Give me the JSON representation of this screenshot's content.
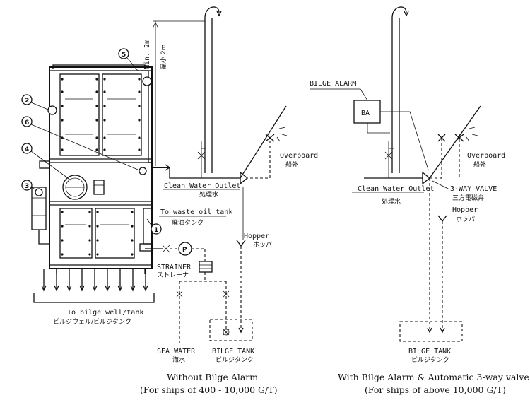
{
  "labels": {
    "min": "Min. 2m",
    "min_jp": "最小 2m",
    "clean_water_outlet_left": "Clean Water Outlet",
    "clean_water_jp_left": "処理水",
    "to_waste_oil": "To waste oil tank",
    "waste_oil_jp": "廃油タンク",
    "overboard_left": "Overboard",
    "overboard_jp_left": "船外",
    "hopper_left": "Hopper",
    "hopper_jp_left": "ホッパ",
    "strainer": "STRAINER",
    "strainer_jp": "ストレーナ",
    "pump": "P",
    "to_bilge_well": "To bilge well/tank",
    "to_bilge_well_jp": "ビルジウェル/ビルジタンク",
    "sea_water": "SEA WATER",
    "sea_water_jp": "海水",
    "bilge_tank_left": "BILGE TANK",
    "bilge_tank_jp_left": "ビルジタンク",
    "bilge_alarm": "BILGE ALARM",
    "ba": "BA",
    "clean_water_outlet_right": "Clean Water Outlet",
    "clean_water_jp_right": "処理水",
    "overboard_right": "Overboard",
    "overboard_jp_right": "船外",
    "three_way_valve": "3-WAY VALVE",
    "three_way_valve_jp": "三方電磁弁",
    "hopper_right": "Hopper",
    "hopper_jp_right": "ホッパ",
    "bilge_tank_right": "BILGE TANK",
    "bilge_tank_jp_right": "ビルジタンク"
  },
  "callouts": [
    "1",
    "2",
    "3",
    "4",
    "5",
    "6"
  ],
  "captions": {
    "left_line1": "Without Bilge Alarm",
    "left_line2": "(For ships of 400 - 10,000 G/T)",
    "right_line1": "With Bilge Alarm & Automatic 3-way valve",
    "right_line2": "(For ships of above 10,000 G/T)"
  }
}
